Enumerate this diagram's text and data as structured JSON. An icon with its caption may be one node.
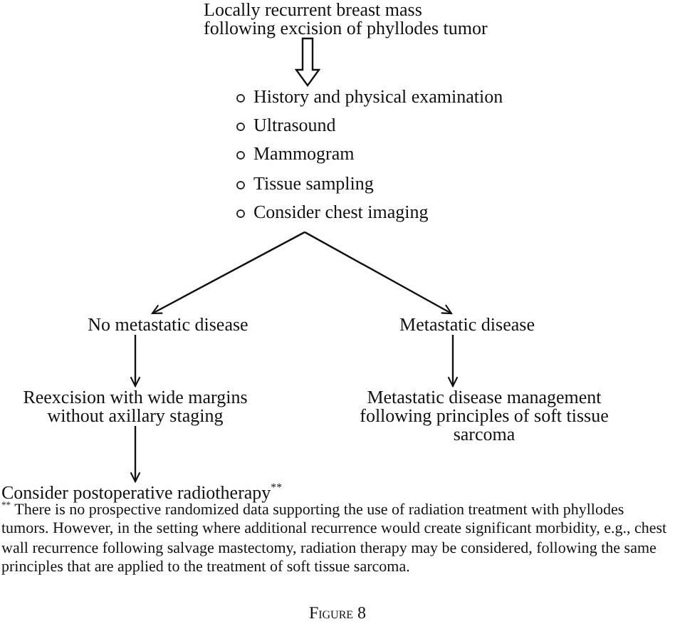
{
  "diagram": {
    "caption": "Figure 8",
    "nodes": [
      {
        "text": [
          "Locally recurrent breast mass following excision of phyllodes tumor"
        ]
      },
      {
        "text": [
          "History and physical examination",
          "Ultrasound",
          "Mammogram",
          "Tissue sampling",
          "Consider chest imaging"
        ]
      },
      {
        "text": [
          "No metastatic disease"
        ]
      },
      {
        "text": [
          "Metastatic disease"
        ]
      },
      {
        "text": [
          "Reexcision with wide margins without axillary staging"
        ]
      },
      {
        "text": [
          "Metastatic disease management following principles of soft tissue sarcoma"
        ]
      },
      {
        "text": [
          "Consider postoperative radiotherapy$^{**}$"
        ]
      }
    ],
    "edges": [
      {
        "from": 0,
        "to": 1,
        "arrow": "to",
        "style": "thick"
      },
      {
        "from": 1,
        "to": 2,
        "arrow": "to"
      },
      {
        "from": 1,
        "to": 3,
        "arrow": "to"
      },
      {
        "from": 2,
        "to": 4,
        "arrow": "to"
      },
      {
        "from": 4,
        "to": 6,
        "arrow": "to"
      },
      {
        "from": 3,
        "to": 5,
        "arrow": "to"
      }
    ],
    "labels": [
      "$^{**}$ There is no prospective randomized data supporting the use of radiation treatment with phyllodes tumors. However, in the setting where additional recurrence would create significant morbidity, e.g., chest wall recurrence following salvage mastectomy, radiation therapy may be considered, following the same principles that are applied to the treatment of soft tissue sarcoma."
    ]
  }
}
